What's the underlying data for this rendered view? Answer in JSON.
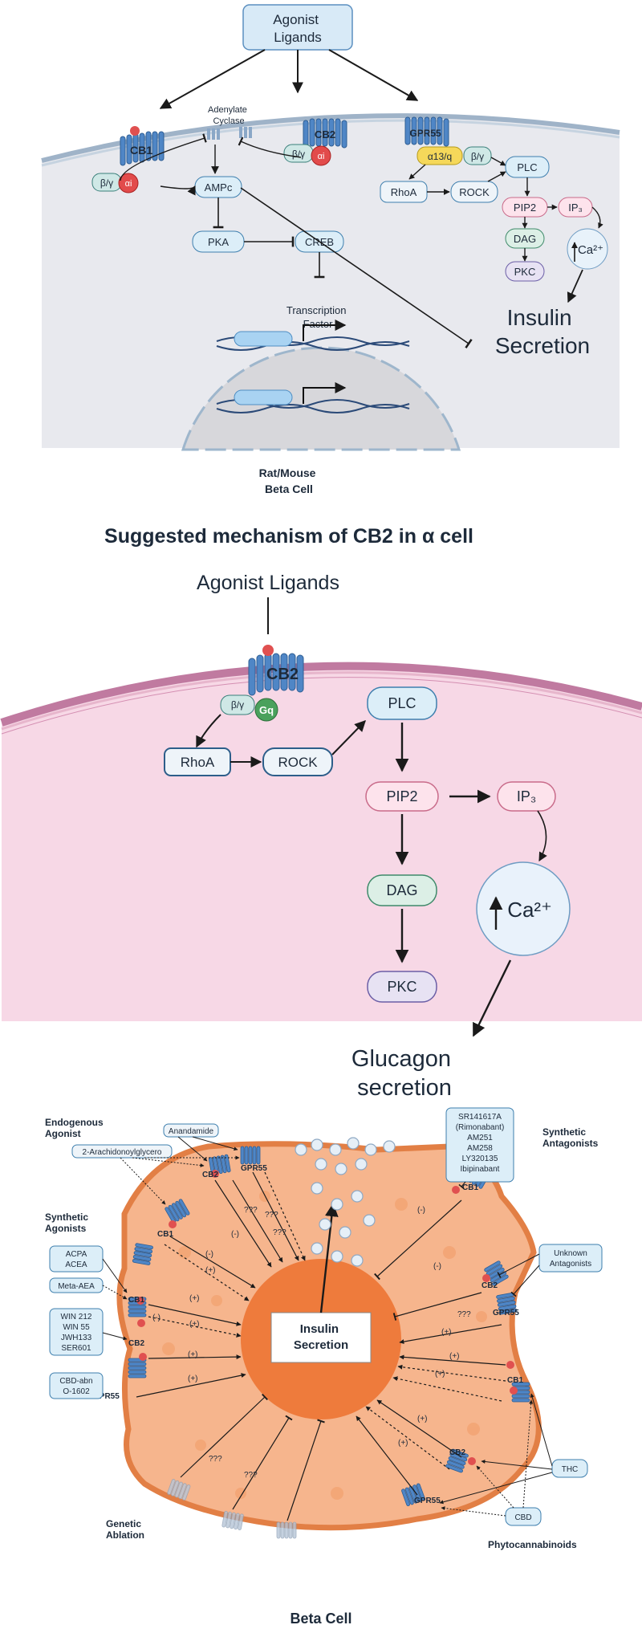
{
  "panel1": {
    "agonist": "Agonist\nLigands",
    "adenylate_cyclase": "Adenylate\nCyclase",
    "cb1": "CB1",
    "cb2": "CB2",
    "gpr55": "GPR55",
    "beta_gamma": "β/γ",
    "alpha_i": "αi",
    "alpha_13q": "α13/q",
    "camp": "AMPc",
    "pka": "PKA",
    "creb": "CREB",
    "rhoa": "RhoA",
    "rock": "ROCK",
    "plc": "PLC",
    "pip2": "PIP2",
    "ip3": "IP₃",
    "dag": "DAG",
    "pkc": "PKC",
    "ca": "Ca²⁺",
    "transcription": "Transcription\nFactor",
    "insulin": "Insulin\nSecretion",
    "caption": "Rat/Mouse\nBeta Cell"
  },
  "panel2": {
    "title": "Suggested mechanism of CB2 in α cell",
    "agonist": "Agonist Ligands",
    "cb2": "CB2",
    "beta_gamma": "β/γ",
    "gq": "Gq",
    "rhoa": "RhoA",
    "rock": "ROCK",
    "plc": "PLC",
    "pip2": "PIP2",
    "ip3": "IP₃",
    "dag": "DAG",
    "pkc": "PKC",
    "ca": "Ca²⁺",
    "glucagon": "Glucagon\nsecretion"
  },
  "panel3": {
    "endogenous": "Endogenous\nAgonist",
    "anandamide": "Anandamide",
    "arachidonoyl": "2-Arachidonoylglycero",
    "synthetic_agonists": "Synthetic\nAgonists",
    "acpa": "ACPA\nACEA",
    "meta_aea": "Meta-AEA",
    "win": "WIN 212\nWIN 55\nJWH133\nSER601",
    "cbd_abn": "CBD-abn\nO-1602",
    "antagonists_box": "SR141617A\n(Rimonabant)\nAM251\nAM258\nLY320135\nIbipinabant",
    "synthetic_antagonists": "Synthetic\nAntagonists",
    "unknown_antagonists": "Unknown\nAntagonists",
    "thc": "THC",
    "cbd": "CBD",
    "phyto": "Phytocannabinoids",
    "genetic": "Genetic\nAblation",
    "insulin": "Insulin\nSecretion",
    "caption": "Beta Cell",
    "cb1": "CB1",
    "cb2": "CB2",
    "gpr55": "GPR55",
    "plus": "(+)",
    "minus": "(-)",
    "unknown": "???"
  }
}
